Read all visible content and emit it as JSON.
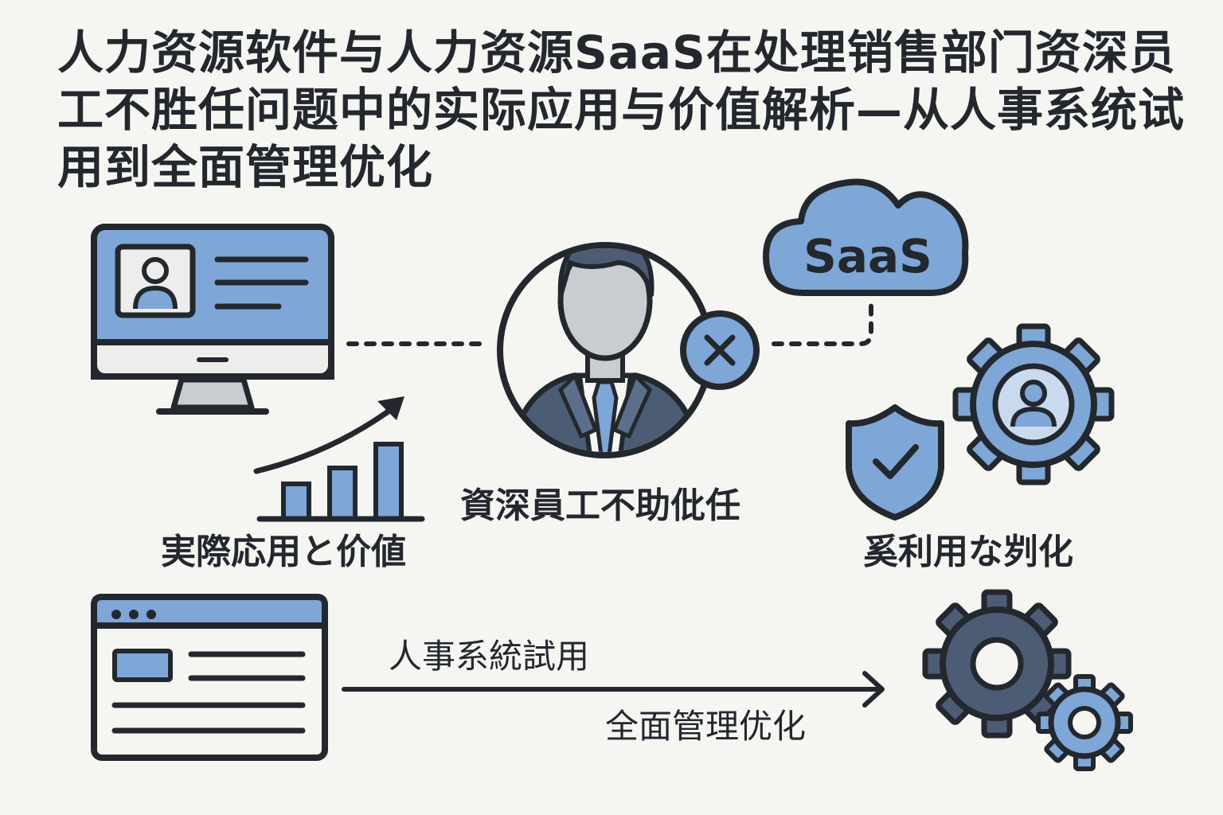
{
  "title": "人力资源软件与人力资源SaaS在处理销售部门资深员工不胜任问题中的实际应用与价值解析—从人事系统试用到全面管理优化",
  "labels": {
    "practical_value": "実際応用と价値",
    "senior_incompetent": "資深員工不助仳任",
    "utilization": "奚利用な刿化",
    "trial": "人事系統試用",
    "optimization": "全面管理优化"
  },
  "cloud_text": "SaaS",
  "icons": {
    "monitor": "hr-software-monitor-icon",
    "person": "senior-employee-icon",
    "reject": "x-circle-icon",
    "cloud": "saas-cloud-icon",
    "chart": "growth-bar-chart-icon",
    "shield": "shield-check-icon",
    "gear_user": "user-gear-icon",
    "browser": "hr-system-window-icon",
    "gears": "management-gears-icon"
  },
  "colors": {
    "accent": "#7ea6d6",
    "dark": "#23282e",
    "slate": "#4b5c74",
    "gray": "#c9ccd1",
    "background": "#f5f5f2"
  }
}
